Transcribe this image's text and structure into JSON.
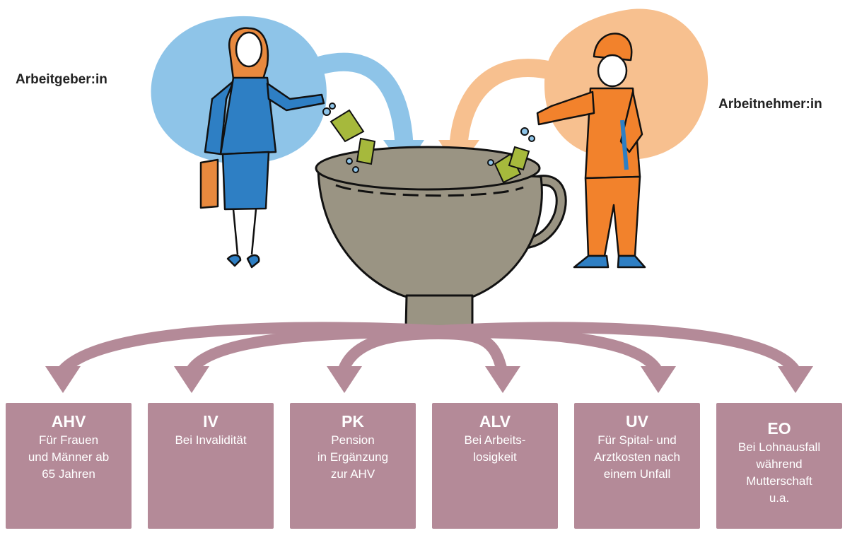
{
  "parties": {
    "employer": "Arbeitgeber:in",
    "employee": "Arbeitnehmer:in"
  },
  "insurances": [
    {
      "abbr": "AHV",
      "lines": [
        "Für Frauen",
        "und Männer ab",
        "65 Jahren"
      ]
    },
    {
      "abbr": "IV",
      "lines": [
        "Bei Invalidität"
      ]
    },
    {
      "abbr": "PK",
      "lines": [
        "Pension",
        "in Ergänzung",
        "zur AHV"
      ]
    },
    {
      "abbr": "ALV",
      "lines": [
        "Bei Arbeits-",
        "losigkeit"
      ]
    },
    {
      "abbr": "UV",
      "lines": [
        "Für Spital- und",
        "Arztkosten nach",
        "einem Unfall"
      ]
    },
    {
      "abbr": "EO",
      "lines": [
        "Bei Lohnausfall",
        "während",
        "Mutterschaft",
        "u.a."
      ]
    }
  ],
  "colors": {
    "employer_blob": "#8ec4e8",
    "employee_blob": "#f7c08f",
    "funnel": "#9a9483",
    "arrows": "#b48a98",
    "boxes": "#b48a98",
    "money": "#a6b93c"
  }
}
